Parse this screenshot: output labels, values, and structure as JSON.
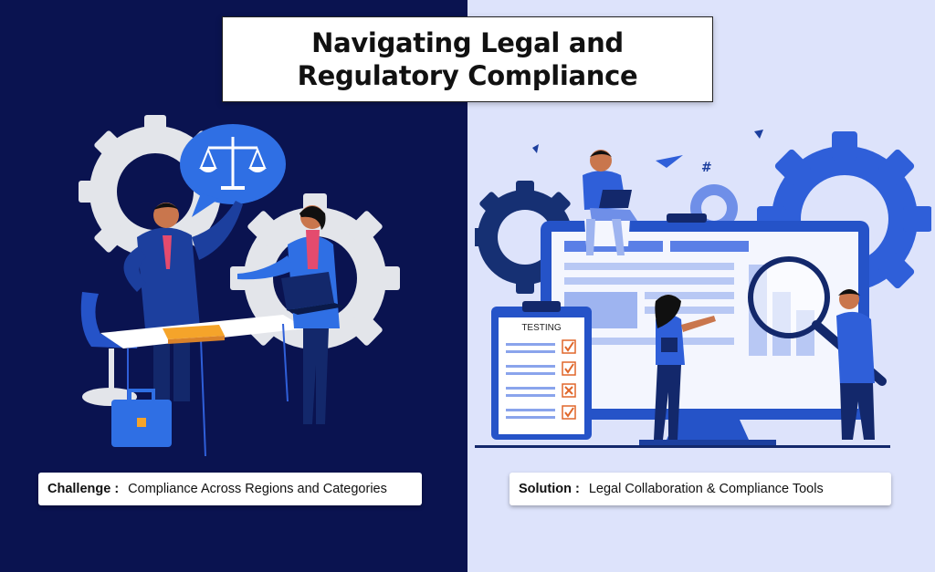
{
  "title": {
    "line1": "Navigating Legal and",
    "line2": "Regulatory Compliance"
  },
  "challenge": {
    "label": "Challenge :",
    "text": "Compliance Across Regions and Categories"
  },
  "solution": {
    "label": "Solution :",
    "text": "Legal Collaboration & Compliance Tools"
  },
  "illustration": {
    "clipboard_title": "TESTING",
    "checklist": [
      "check",
      "check",
      "cross",
      "check"
    ],
    "icons": [
      "scales-of-justice-icon",
      "gear-icon",
      "briefcase-icon",
      "laptop-icon",
      "magnifying-glass-icon",
      "paper-plane-icon",
      "hashtag-icon"
    ]
  },
  "colors": {
    "left_background": "#0a1350",
    "right_background": "#dde3fb",
    "accent_blue": "#2f5fd9",
    "gear_gray": "#e3e5ea",
    "gear_navy": "#163073"
  }
}
